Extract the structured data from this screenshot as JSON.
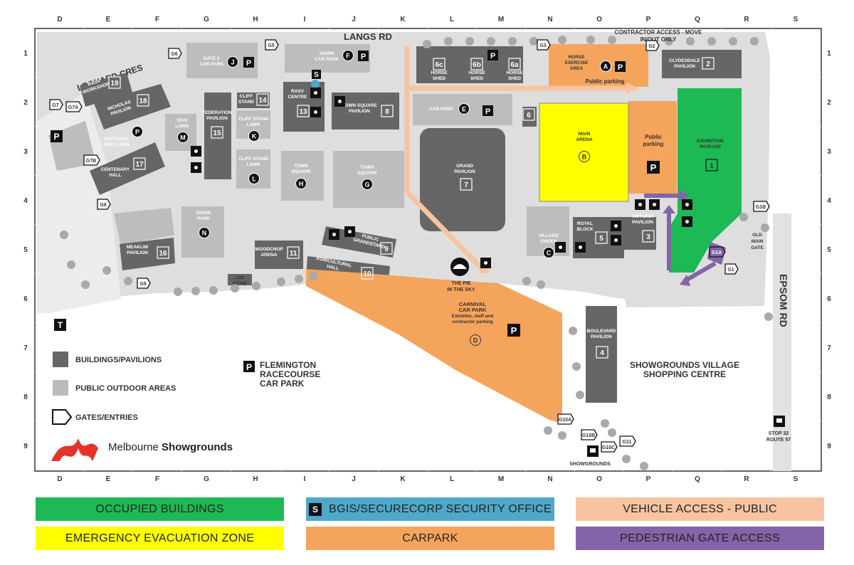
{
  "grid": {
    "columns": [
      "D",
      "E",
      "F",
      "G",
      "H",
      "I",
      "J",
      "K",
      "L",
      "M",
      "N",
      "O",
      "P",
      "Q",
      "R",
      "S"
    ],
    "rows": [
      "1",
      "2",
      "3",
      "4",
      "5",
      "6",
      "7",
      "8",
      "9"
    ]
  },
  "roads": {
    "langs": "LANGS RD",
    "leonard": "LEONARD CRES",
    "epsom": "EPSOM RD"
  },
  "contractor_access": [
    "CONTRACTOR ACCESS - MOVE",
    "IN/OUT ONLY"
  ],
  "buildings": [
    {
      "num": "19",
      "lines": [
        "RASV",
        "WORKSHOP"
      ]
    },
    {
      "num": "18",
      "lines": [
        "NICHOLAS",
        "PAVILION"
      ]
    },
    {
      "num": "17",
      "lines": [
        "CENTENARY",
        "HALL"
      ]
    },
    {
      "num": "16",
      "lines": [
        "MEAKLIM",
        "PAVILION"
      ]
    },
    {
      "num": "15",
      "lines": [
        "FEDERATION",
        "PAVILION"
      ]
    },
    {
      "num": "14",
      "lines": [
        "CLIFF",
        "STAND"
      ]
    },
    {
      "num": "13",
      "lines": [
        "RASV",
        "CENTRE"
      ]
    },
    {
      "num": "8",
      "lines": [
        "TOWN SQUARE",
        "PAVILION"
      ]
    },
    {
      "num": "7",
      "lines": [
        "GRAND",
        "PAVILION"
      ]
    },
    {
      "num": "6c",
      "lines": [
        "HORSE",
        "SHED"
      ]
    },
    {
      "num": "6b",
      "lines": [
        "HORSE",
        "SHED"
      ]
    },
    {
      "num": "6a",
      "lines": [
        "HORSE",
        "SHED"
      ]
    },
    {
      "num": "6",
      "lines": []
    },
    {
      "num": "2",
      "lines": [
        "CLYDESDALE",
        "PAVILION"
      ]
    },
    {
      "num": "1",
      "lines": [
        "EXHIBITION",
        "PAVILION"
      ]
    },
    {
      "num": "3",
      "lines": [
        "VICTORIA",
        "PAVILION"
      ]
    },
    {
      "num": "5",
      "lines": [
        "ROYAL",
        "BLOCK"
      ]
    },
    {
      "num": "9",
      "lines": [
        "PUBLIC",
        "GRANDSTAND"
      ]
    },
    {
      "num": "10",
      "lines": [
        "AGRICULTURAL",
        "HALL"
      ]
    },
    {
      "num": "11",
      "lines": [
        "WOODCHOP",
        "ARENA"
      ]
    },
    {
      "num": "4",
      "lines": [
        "BOULEVARD",
        "PAVILION"
      ]
    }
  ],
  "areas": [
    {
      "id": "A",
      "lines": [
        "HORSE",
        "EXERCISE",
        "AREA"
      ]
    },
    {
      "id": "B",
      "lines": [
        "MAIN",
        "ARENA"
      ]
    },
    {
      "id": "C",
      "lines": [
        "VILLAGE",
        "GREEN"
      ]
    },
    {
      "id": "D",
      "lines": [
        "CARNIVAL",
        "CAR PARK",
        "Exhibitor, staff and",
        "contractor parking"
      ]
    },
    {
      "id": "E",
      "lines": [
        "CAR PARK"
      ]
    },
    {
      "id": "F",
      "lines": [
        "ADMIN",
        "CAR PARK"
      ]
    },
    {
      "id": "G",
      "lines": [
        "TOWN",
        "SQUARE"
      ]
    },
    {
      "id": "H",
      "lines": [
        "TOWN",
        "SQUARE"
      ]
    },
    {
      "id": "J",
      "lines": [
        "GATE 6",
        "CAR PARK"
      ]
    },
    {
      "id": "K",
      "lines": [
        "CLIFF STAND",
        "LAWN"
      ]
    },
    {
      "id": "L",
      "lines": [
        "CLIFF STAND",
        "LAWN"
      ]
    },
    {
      "id": "M",
      "lines": [
        "DOG",
        "LAWN"
      ]
    },
    {
      "id": "N",
      "lines": [
        "SHOW",
        "PARK"
      ]
    },
    {
      "id": "P",
      "lines": [
        "OUTDOOR",
        "DOG LAWN"
      ]
    }
  ],
  "gates": [
    "G1",
    "G1A",
    "G1B",
    "G2",
    "G3",
    "G5",
    "G6",
    "G7",
    "G7A",
    "G7B",
    "G8",
    "G9",
    "G10A",
    "G10B",
    "G10C",
    "G11"
  ],
  "other_labels": {
    "public_parking_top": "Public parking",
    "public_parking_side": [
      "Public",
      "parking"
    ],
    "pie": [
      "THE PIE",
      "IN THE SKY"
    ],
    "log_stone": [
      "LOG",
      "STONE"
    ],
    "old_main_gate": [
      "OLD",
      "MAIN",
      "GATE"
    ],
    "flemington": [
      "FLEMINGTON",
      "RACECOURSE",
      "CAR PARK"
    ],
    "village": [
      "SHOWGROUNDS VILLAGE",
      "SHOPPING CENTRE"
    ],
    "showgrounds_station": "SHOWGROUNDS",
    "tram_stop": [
      "STOP 32",
      "ROUTE 57"
    ],
    "security_marker": "S",
    "parking_marker": "P",
    "tram_marker": "T"
  },
  "map_legend": [
    {
      "label": "BUILDINGS/PAVILIONS",
      "swatch": "#666666"
    },
    {
      "label": "PUBLIC OUTDOOR AREAS",
      "swatch": "#bbbbbb"
    },
    {
      "label": "GATES/ENTRIES",
      "swatch": "#ffffff"
    }
  ],
  "brand": {
    "name1": "Melbourne ",
    "name2": "Showgrounds",
    "color": "#e6332a"
  },
  "colors": {
    "occupied": "#1db954",
    "evacuation": "#ffff00",
    "security": "#4ea8c9",
    "vehicle_public": "#f8c3a0",
    "carpark": "#f5a45c",
    "pedestrian": "#8464a8",
    "building": "#666666",
    "outdoor": "#bdbdbd",
    "ground": "#dedede"
  },
  "key": [
    {
      "label": "OCCUPIED BUILDINGS",
      "color": "#1db954",
      "badge": ""
    },
    {
      "label": "BGIS/SECURECORP SECURITY OFFICE",
      "color": "#4ea8c9",
      "badge": "S"
    },
    {
      "label": "VEHICLE ACCESS - PUBLIC",
      "color": "#f8c3a0",
      "badge": ""
    },
    {
      "label": "EMERGENCY EVACUATION ZONE",
      "color": "#ffff00",
      "badge": ""
    },
    {
      "label": "CARPARK",
      "color": "#f5a45c",
      "badge": ""
    },
    {
      "label": "PEDESTRIAN GATE ACCESS",
      "color": "#8464a8",
      "badge": ""
    }
  ]
}
